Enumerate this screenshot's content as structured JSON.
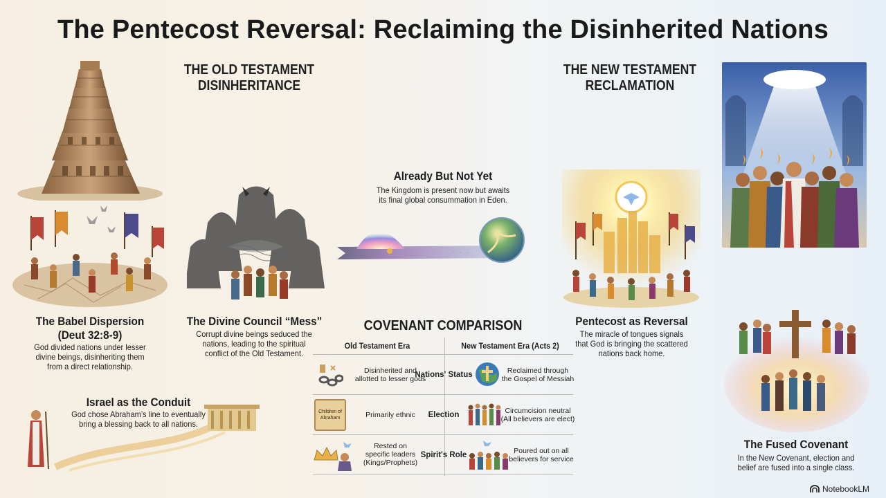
{
  "title": "The Pentecost Reversal: Reclaiming the Disinherited Nations",
  "old_testament": {
    "heading_line1": "THE OLD TESTAMENT",
    "heading_line2": "DISINHERITANCE",
    "babel": {
      "title_line1": "The Babel Dispersion",
      "title_line2": "(Deut 32:8-9)",
      "desc": [
        "God divided nations under lesser",
        "divine beings, disinheriting them",
        "from a direct relationship."
      ]
    },
    "council": {
      "title": "The Divine Council “Mess”",
      "desc": [
        "Corrupt divine beings seduced the",
        "nations, leading to the spiritual",
        "conflict of the Old Testament."
      ]
    },
    "israel": {
      "title": "Israel as the Conduit",
      "desc": [
        "God chose Abraham’s line to eventually",
        "bring a blessing back to all nations."
      ]
    }
  },
  "already": {
    "title": "Already But Not Yet",
    "desc": [
      "The Kingdom is present now but awaits",
      "its final global consummation in Eden."
    ]
  },
  "new_testament": {
    "heading_line1": "THE NEW TESTAMENT",
    "heading_line2": "RECLAMATION",
    "pentecost": {
      "title": "Pentecost as Reversal",
      "desc": [
        "The miracle of tongues signals",
        "that God is bringing the scattered",
        "nations back home."
      ]
    },
    "fused": {
      "title": "The Fused Covenant",
      "desc": [
        "In the New Covenant, election and",
        "belief are fused into a single class."
      ]
    }
  },
  "covenant": {
    "title": "COVENANT COMPARISON",
    "col_old": "Old Testament Era",
    "col_new": "New Testament Era (Acts 2)",
    "rows": [
      {
        "label": "Nations' Status",
        "old": [
          "Disinherited and",
          "allotted to lesser gods"
        ],
        "new": [
          "Reclaimed through",
          "the Gospel of Messiah"
        ]
      },
      {
        "label": "Election",
        "old": [
          "Primarily ethnic"
        ],
        "new": [
          "Circumcision neutral",
          "(All believers are elect)"
        ]
      },
      {
        "label": "Spirit's Role",
        "old": [
          "Rested on",
          "specific leaders",
          "(Kings/Prophets)"
        ],
        "new": [
          "Poured out on all",
          "believers for service"
        ]
      }
    ],
    "scroll_text": [
      "Children of",
      "Abraham"
    ]
  },
  "footer": {
    "brand": "NotebookLM"
  },
  "icons": [
    "tower-icon",
    "banner-icon",
    "dove-icon",
    "cross-icon",
    "crown-icon",
    "chain-icon",
    "globe-icon",
    "scroll-icon",
    "notebooklm-logo-icon"
  ],
  "colors": {
    "title": "#1a1a1a",
    "sky_blue": "#8fb7e6",
    "gold": "#e7b24a",
    "stone": "#b88b5c",
    "shadow": "#4a4a4a"
  }
}
